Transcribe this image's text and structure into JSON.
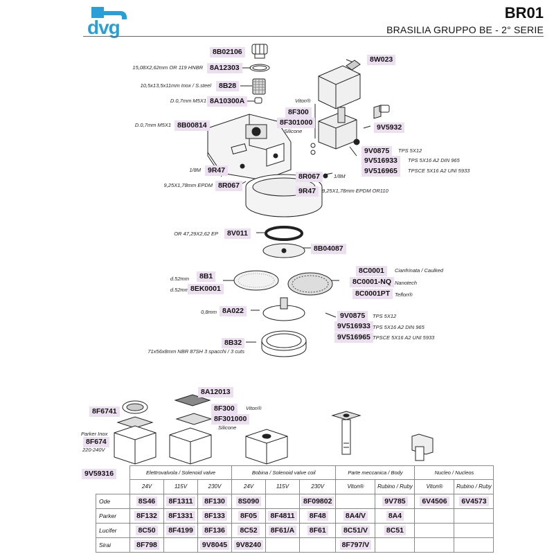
{
  "header": {
    "brand": "dvg",
    "code": "BR01",
    "subtitle": "BRASILIA GRUPPO BE - 2° SERIE"
  },
  "callouts": [
    {
      "id": "c1",
      "code": "8B02106",
      "note": ""
    },
    {
      "id": "c2",
      "code": "8A12303",
      "note": "15,08X2,62mm OR 119 HNBR"
    },
    {
      "id": "c3",
      "code": "8B28",
      "note": "10,5x13,5x11mm Inox / S.steel"
    },
    {
      "id": "c4",
      "code": "8A10300A",
      "note": "D.0,7mm M5X1"
    },
    {
      "id": "c5",
      "code": "8B00814",
      "note": "D.0,7mm M5X1"
    },
    {
      "id": "c6",
      "code": "9R47",
      "note": "1/8M"
    },
    {
      "id": "c7",
      "code": "8R067",
      "note": "9,25X1,78mm EPDM"
    },
    {
      "id": "c8",
      "code": "8W023",
      "note": ""
    },
    {
      "id": "c9",
      "code": "8F300",
      "note": "Viton®"
    },
    {
      "id": "c10",
      "code": "8F301000",
      "note": "Silicone"
    },
    {
      "id": "c11",
      "code": "9V5932",
      "note": ""
    },
    {
      "id": "c12",
      "code": "9V0875",
      "note": "TPS 5X12"
    },
    {
      "id": "c13",
      "code": "9V516933",
      "note": "TPS 5X16 A2 DIN 965"
    },
    {
      "id": "c14",
      "code": "9V516965",
      "note": "TPSCE 5X16 A2  UNI 5933"
    },
    {
      "id": "c15",
      "code": "8R067",
      "note": "1/8M"
    },
    {
      "id": "c16",
      "code": "9R47",
      "note": "9,25X1,78mm EPDM OR110"
    },
    {
      "id": "c17",
      "code": "8V011",
      "note": "OR 47,29X2,62 EP"
    },
    {
      "id": "c18",
      "code": "8B04087",
      "note": ""
    },
    {
      "id": "c19",
      "code": "8B1",
      "note": "d.52mm"
    },
    {
      "id": "c20",
      "code": "8EK0001",
      "note": "d.52mm"
    },
    {
      "id": "c21",
      "code": "8C0001",
      "note": "Cianfrinata / Caulked"
    },
    {
      "id": "c22",
      "code": "8C0001-NQ",
      "note": "Nanotech"
    },
    {
      "id": "c23",
      "code": "8C0001PT",
      "note": "Teflon®"
    },
    {
      "id": "c24",
      "code": "8A022",
      "note": "0,8mm"
    },
    {
      "id": "c25",
      "code": "9V0875",
      "note": "TPS 5X12"
    },
    {
      "id": "c26",
      "code": "9V516933",
      "note": "TPS 5X16 A2 DIN 965"
    },
    {
      "id": "c27",
      "code": "9V516965",
      "note": "TPSCE 5X16 A2  UNI 5933"
    },
    {
      "id": "c28",
      "code": "8B32",
      "note": "71x56x8mm NBR 87SH 3 spacchi / 3 cuts"
    },
    {
      "id": "c29",
      "code": "8A12013",
      "note": ""
    },
    {
      "id": "c30",
      "code": "8F300",
      "note": "Viton®"
    },
    {
      "id": "c31",
      "code": "8F301000",
      "note": "Silicone"
    },
    {
      "id": "c32",
      "code": "8F6741",
      "note": ""
    },
    {
      "id": "c33",
      "code": "8F674",
      "note": "Parker Inox"
    },
    {
      "id": "c34",
      "code": "",
      "note": "220-240V"
    },
    {
      "id": "c35",
      "code": "9V59316",
      "note": ""
    }
  ],
  "table": {
    "groups": [
      "Elettrovalvola / Solenoid valve",
      "Bobina / Solenoid valve coil",
      "Parte meccanica / Body",
      "Nucleo / Nucleos"
    ],
    "subs": [
      "24V",
      "115V",
      "230V",
      "24V",
      "115V",
      "230V",
      "Viton®",
      "Rubino / Ruby",
      "Viton®",
      "Rubino / Ruby"
    ],
    "rows": [
      {
        "label": "Ode",
        "cells": [
          "8S46",
          "8F1311",
          "8F130",
          "8S090",
          "",
          "8F09802",
          "",
          "9V785",
          "6V4506",
          "6V4573"
        ]
      },
      {
        "label": "Parker",
        "cells": [
          "8F132",
          "8F1331",
          "8F133",
          "8F05",
          "8F4811",
          "8F48",
          "8A4/V",
          "8A4",
          "",
          ""
        ]
      },
      {
        "label": "Lucifer",
        "cells": [
          "8C50",
          "8F4199",
          "8F136",
          "8C52",
          "8F61/A",
          "8F61",
          "8C51/V",
          "8C51",
          "",
          ""
        ]
      },
      {
        "label": "Sirai",
        "cells": [
          "8F798",
          "",
          "9V8045",
          "9V8240",
          "",
          "",
          "8F797/V",
          "",
          "",
          ""
        ]
      }
    ]
  },
  "colors": {
    "logo": "#2a9fd6",
    "chip": "#ecdff0"
  }
}
